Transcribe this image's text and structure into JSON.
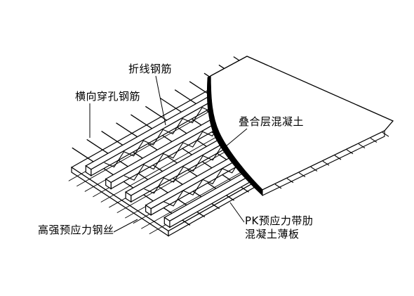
{
  "labels": {
    "zhexian": "折线钢筋",
    "hengxiang": "横向穿孔钢筋",
    "diehe": "叠合层混凝土",
    "gaoqiang": "高强预应力钢丝",
    "pk_line1": "PK预应力带肋",
    "pk_line2": "混凝土薄板"
  },
  "colors": {
    "line": "#000000",
    "background": "#ffffff",
    "fill": "#ffffff"
  }
}
